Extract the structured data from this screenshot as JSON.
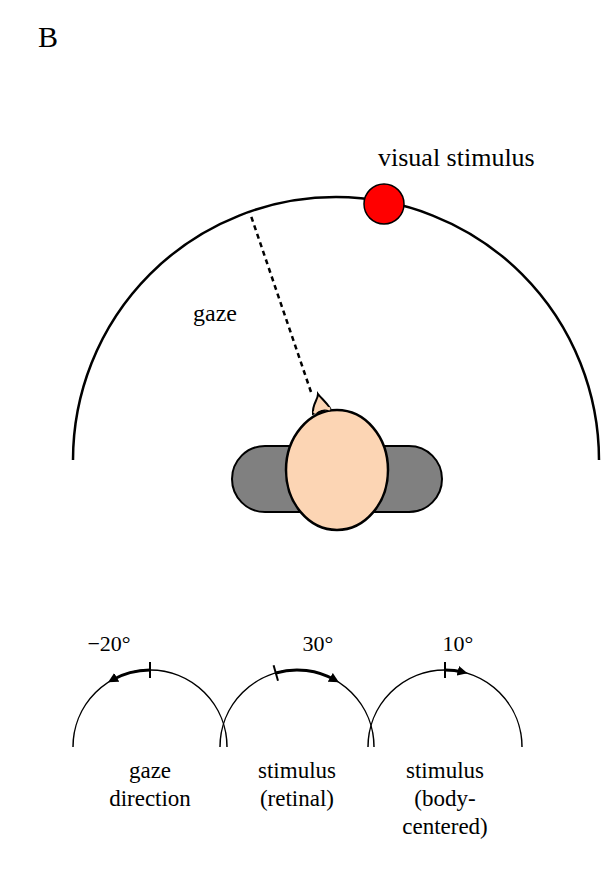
{
  "diagram": {
    "nodes": [
      {
        "text": [
          "−20°",
          "gaze direction"
        ]
      },
      {
        "text": [
          "30°",
          "stimulus (retinal)"
        ]
      },
      {
        "text": [
          "10°",
          "stimulus (body- centered)"
        ]
      }
    ],
    "labels": [
      "B",
      "visual stimulus",
      "gaze"
    ]
  }
}
